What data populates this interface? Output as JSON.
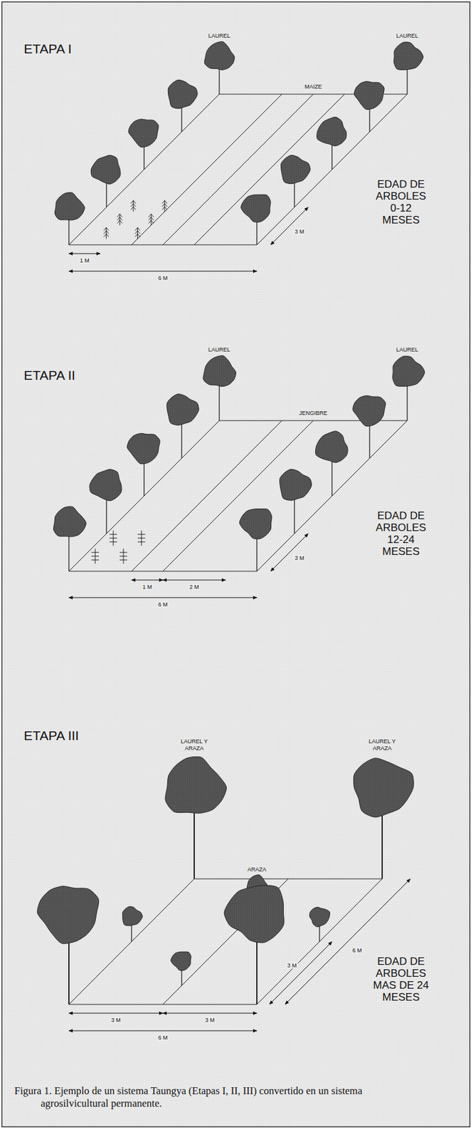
{
  "diagram": {
    "caption": "Figura 1. Ejemplo de un sistema Taungya (Etapas I, II, III) convertido en un sistema agrosilvicultural permanente.",
    "labels": [
      "ETAPA I",
      "LAUREL",
      "LAUREL",
      "MAIZE",
      "EDAD DE ARBOLES 0-12 MESES",
      "3 M",
      "1 M",
      "6 M",
      "ETAPA II",
      "LAUREL",
      "LAUREL",
      "JENGIBRE",
      "EDAD DE ARBOLES 12-24 MESES",
      "3 M",
      "1 M",
      "2 M",
      "6 M",
      "ETAPA III",
      "LAUREL Y ARAZA",
      "LAUREL Y ARAZA",
      "ARAZA",
      "EDAD DE ARBOLES MAS DE 24 MESES",
      "3 M",
      "6 M",
      "3 M",
      "3 M",
      "6 M"
    ]
  }
}
